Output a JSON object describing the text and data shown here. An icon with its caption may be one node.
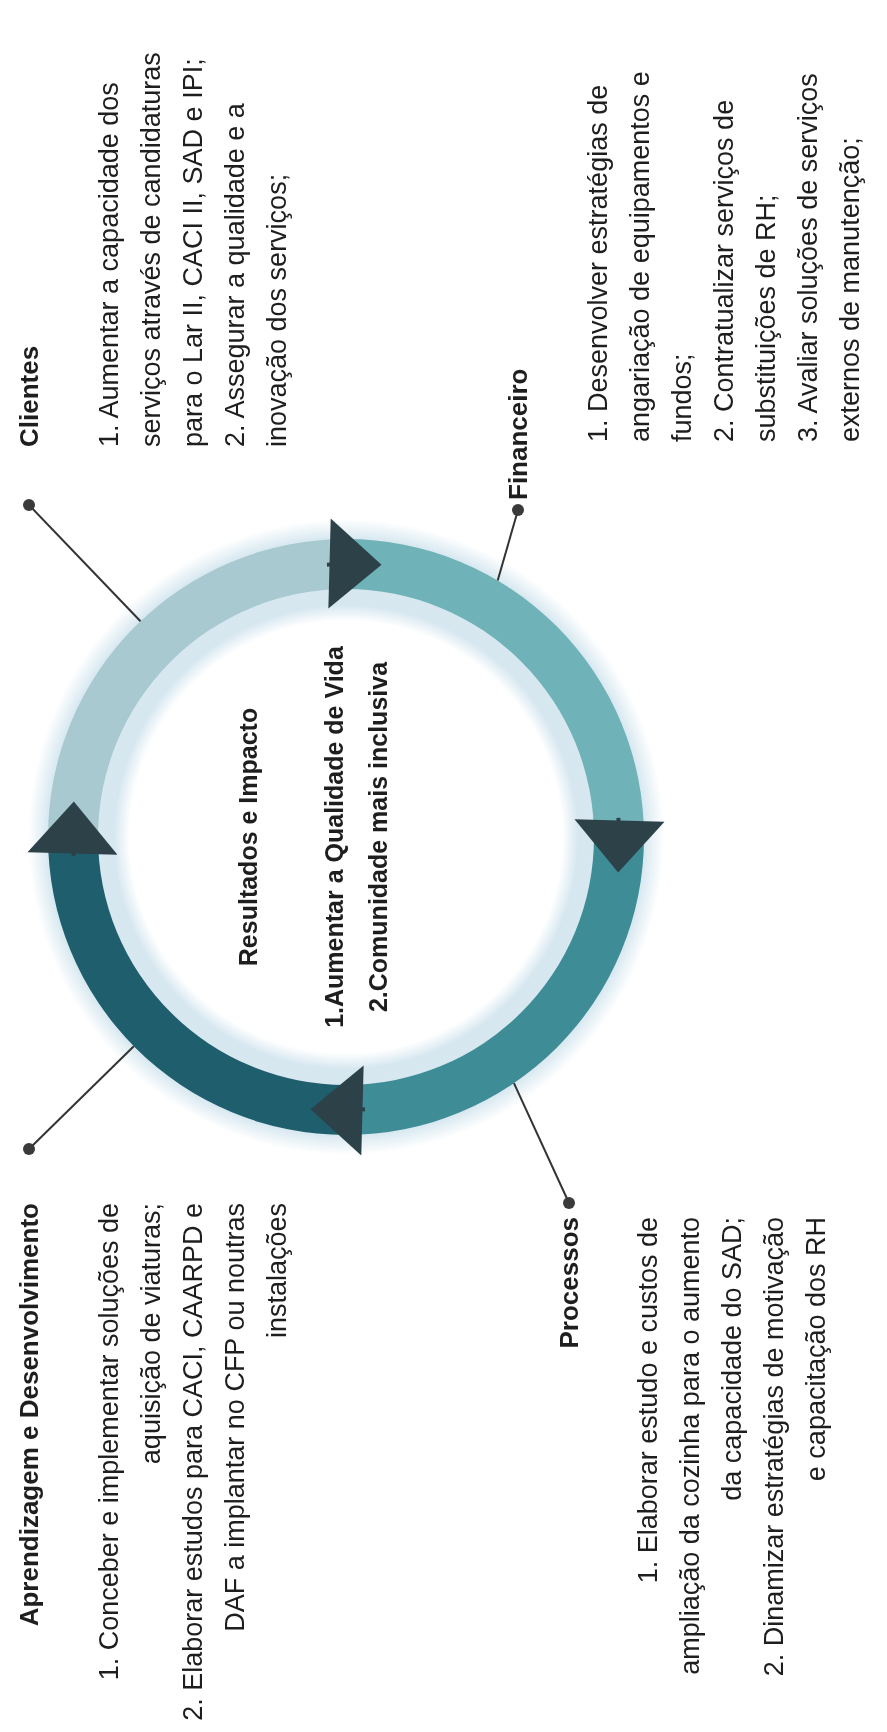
{
  "diagram": {
    "nodes": [
      {
        "text": [
          "Resultados e Impacto",
          "1.Aumentar a Qualidade de Vida",
          "2.Comunidade mais inclusiva"
        ]
      },
      {
        "text": [],
        "shape": "arc",
        "in": 0
      },
      {
        "text": [],
        "shape": "arc",
        "in": 0
      },
      {
        "text": [],
        "shape": "arc",
        "in": 0
      },
      {
        "text": [],
        "shape": "arc",
        "in": 0
      },
      {
        "text": [
          "Aprendizagem e Desenvolvimento",
          "1. Conceber e implementar soluções de aquisição de viaturas;",
          "2. Elaborar estudos para CACI, CAARPD e DAF a implantar no CFP ou noutras instalações"
        ]
      },
      {
        "text": [
          "Clientes",
          "1. Aumentar a capacidade dos serviços através de candidaturas para o Lar II, CACI II, SAD e IPI;",
          "2. Assegurar a qualidade e a inovação dos serviços;"
        ]
      },
      {
        "text": [
          "Processos",
          "1. Elaborar estudo e custos de ampliação da cozinha para o aumento da capacidade do SAD;",
          "2. Dinamizar estratégias de motivação e capacitação dos RH"
        ]
      },
      {
        "text": [
          "Financeiro",
          "1. Desenvolver estratégias de angariação de equipamentos e fundos;",
          "2. Contratualizar serviços de substituições de RH;",
          "3. Avaliar soluções de serviços externos de manutenção;"
        ]
      }
    ],
    "edges": [
      {
        "from": 1,
        "to": 2,
        "arrow": "to"
      },
      {
        "from": 2,
        "to": 3,
        "arrow": "to"
      },
      {
        "from": 3,
        "to": 4,
        "arrow": "to"
      },
      {
        "from": 4,
        "to": 1,
        "arrow": "to"
      },
      {
        "from": 5,
        "to": 1,
        "arrow": "other"
      },
      {
        "from": 6,
        "to": 2,
        "arrow": "other"
      },
      {
        "from": 7,
        "to": 4,
        "arrow": "other"
      },
      {
        "from": 8,
        "to": 3,
        "arrow": "other"
      }
    ]
  }
}
